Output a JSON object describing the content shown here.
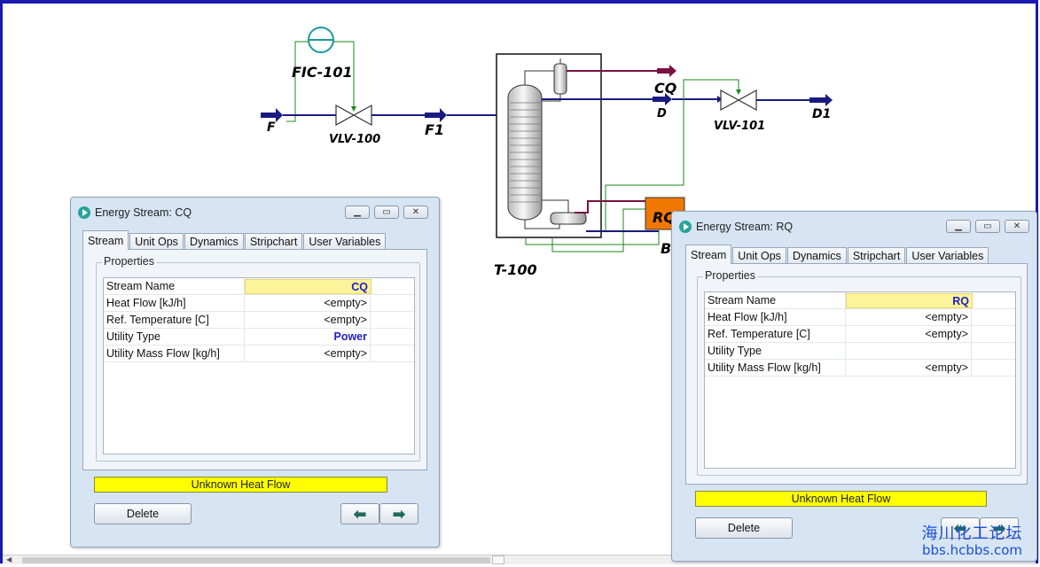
{
  "flowsheet": {
    "labels": {
      "controller": "FIC-101",
      "valve1": "VLV-100",
      "valve2": "VLV-101",
      "column": "T-100",
      "feed_in": "F",
      "feed": "F1",
      "condenser_energy": "CQ",
      "distillate": "D",
      "product": "D1",
      "reboiler_energy": "RQ",
      "bottoms": "B"
    },
    "colors": {
      "material": "#1a1a80",
      "energy": "#7a1040",
      "signal": "#1a8a1a",
      "controller": "#1a9a9a",
      "highlight": "#f07800"
    }
  },
  "dialog_cq": {
    "title": "Energy Stream: CQ",
    "tabs": [
      "Stream",
      "Unit Ops",
      "Dynamics",
      "Stripchart",
      "User Variables"
    ],
    "group_label": "Properties",
    "rows": [
      {
        "name": "Stream Name",
        "value": "CQ"
      },
      {
        "name": "Heat Flow [kJ/h]",
        "value": "<empty>"
      },
      {
        "name": "Ref. Temperature [C]",
        "value": "<empty>"
      },
      {
        "name": "Utility Type",
        "value": "Power"
      },
      {
        "name": "Utility Mass Flow [kg/h]",
        "value": "<empty>"
      }
    ],
    "status": "Unknown Heat Flow",
    "delete_label": "Delete"
  },
  "dialog_rq": {
    "title": "Energy Stream: RQ",
    "tabs": [
      "Stream",
      "Unit Ops",
      "Dynamics",
      "Stripchart",
      "User Variables"
    ],
    "group_label": "Properties",
    "rows": [
      {
        "name": "Stream Name",
        "value": "RQ"
      },
      {
        "name": "Heat Flow [kJ/h]",
        "value": "<empty>"
      },
      {
        "name": "Ref. Temperature [C]",
        "value": "<empty>"
      },
      {
        "name": "Utility Type",
        "value": ""
      },
      {
        "name": "Utility Mass Flow [kg/h]",
        "value": "<empty>"
      }
    ],
    "status": "Unknown Heat Flow",
    "delete_label": "Delete"
  },
  "watermark": {
    "chinese": "海川化工论坛",
    "url": "bbs.hcbbs.com"
  }
}
